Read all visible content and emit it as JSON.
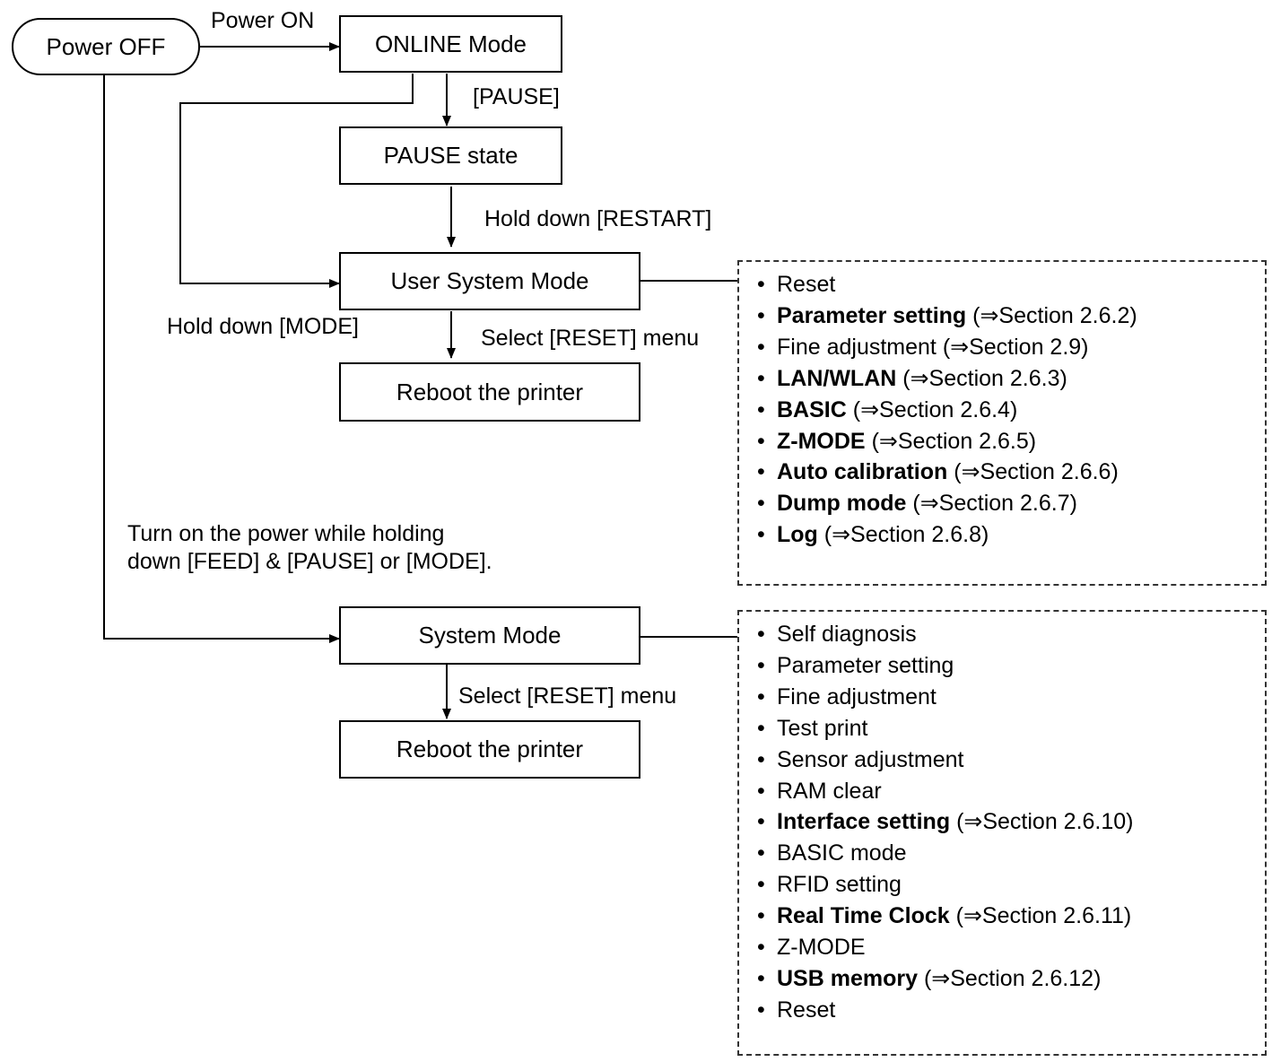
{
  "nodes": {
    "power_off": "Power OFF",
    "online_mode": "ONLINE Mode",
    "pause_state": "PAUSE state",
    "user_system_mode": "User System Mode",
    "reboot_user": "Reboot the printer",
    "system_mode": "System Mode",
    "reboot_system": "Reboot the printer"
  },
  "edge_labels": {
    "power_on": "Power ON",
    "pause": "[PAUSE]",
    "hold_restart": "Hold down [RESTART]",
    "hold_mode": "Hold down [MODE]",
    "select_reset_user": "Select [RESET] menu",
    "turn_on_holding": "Turn on the power while holding down [FEED] & [PAUSE] or [MODE].",
    "select_reset_system": "Select [RESET] menu"
  },
  "user_menu": [
    {
      "name": "Reset",
      "bold": false,
      "ref": ""
    },
    {
      "name": "Parameter setting",
      "bold": true,
      "ref": "(⇒Section 2.6.2)"
    },
    {
      "name": "Fine adjustment",
      "bold": false,
      "ref": "(⇒Section 2.9)"
    },
    {
      "name": "LAN/WLAN",
      "bold": true,
      "ref": "(⇒Section 2.6.3)"
    },
    {
      "name": "BASIC",
      "bold": true,
      "ref": "(⇒Section 2.6.4)"
    },
    {
      "name": "Z-MODE",
      "bold": true,
      "ref": "(⇒Section 2.6.5)"
    },
    {
      "name": "Auto calibration",
      "bold": true,
      "ref": "(⇒Section 2.6.6)"
    },
    {
      "name": "Dump mode",
      "bold": true,
      "ref": "(⇒Section 2.6.7)"
    },
    {
      "name": "Log",
      "bold": true,
      "ref": "(⇒Section 2.6.8)"
    }
  ],
  "system_menu": [
    {
      "name": "Self diagnosis",
      "bold": false,
      "ref": ""
    },
    {
      "name": "Parameter setting",
      "bold": false,
      "ref": ""
    },
    {
      "name": "Fine adjustment",
      "bold": false,
      "ref": ""
    },
    {
      "name": "Test print",
      "bold": false,
      "ref": ""
    },
    {
      "name": "Sensor adjustment",
      "bold": false,
      "ref": ""
    },
    {
      "name": "RAM clear",
      "bold": false,
      "ref": ""
    },
    {
      "name": "Interface setting",
      "bold": true,
      "ref": "(⇒Section 2.6.10)"
    },
    {
      "name": "BASIC mode",
      "bold": false,
      "ref": ""
    },
    {
      "name": "RFID setting",
      "bold": false,
      "ref": ""
    },
    {
      "name": "Real Time Clock",
      "bold": true,
      "ref": "(⇒Section 2.6.11)"
    },
    {
      "name": "Z-MODE",
      "bold": false,
      "ref": ""
    },
    {
      "name": "USB memory",
      "bold": true,
      "ref": "(⇒Section 2.6.12)"
    },
    {
      "name": "Reset",
      "bold": false,
      "ref": ""
    }
  ]
}
